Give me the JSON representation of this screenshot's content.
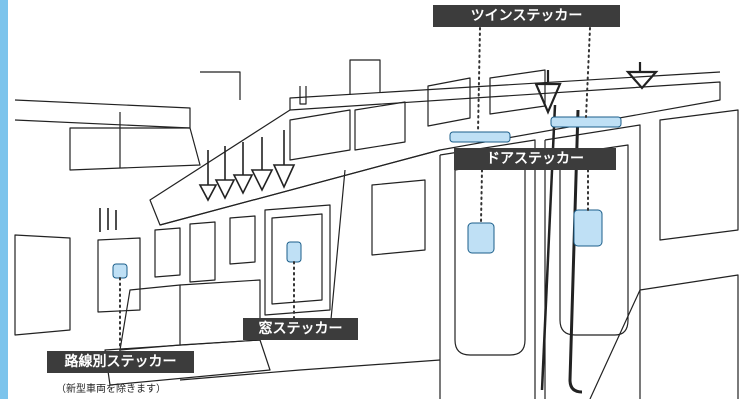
{
  "labels": {
    "twin": "ツインステッカー",
    "door": "ドアステッカー",
    "window": "窓ステッカー",
    "route": "路線別ステッカー",
    "route_note": "（新型車両を除きます）"
  },
  "colors": {
    "accent": "#7cc4ec",
    "sticker": "#bfe0f5",
    "sticker_stroke": "#1b5e8a",
    "tag_bg": "#3c3c3c",
    "line": "#222222",
    "dots": "#333333"
  }
}
